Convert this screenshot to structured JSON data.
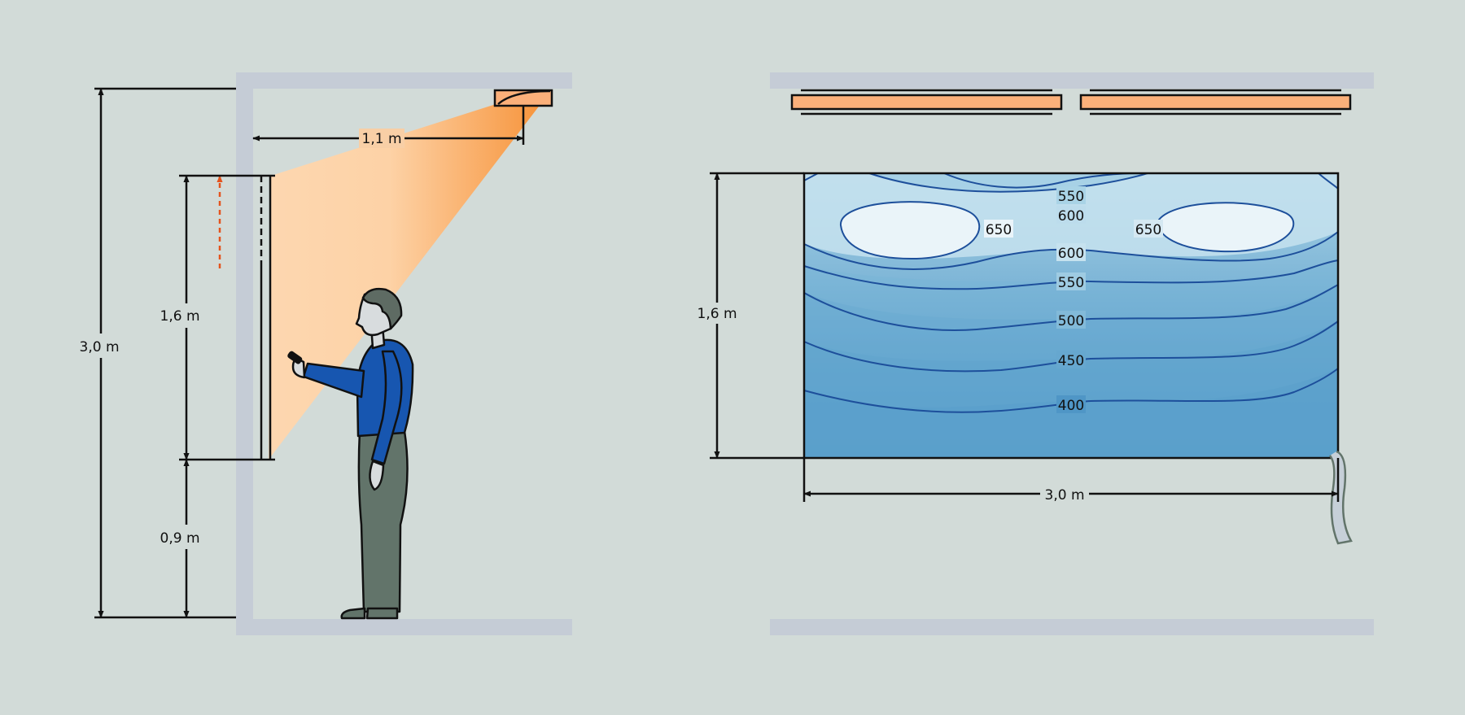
{
  "colors": {
    "background": "#d2dbd8",
    "wall": "#c5ccd6",
    "light_beam_near": "#fdd7b0",
    "light_beam_far": "#f7963f",
    "luminaire": "#fbb07a",
    "arrow_red": "#e4541e",
    "shirt": "#1756b0",
    "trousers": "#62746a",
    "skin": "#d8dcde",
    "hair": "#5e6b63",
    "contour_line": "#1d4f9b"
  },
  "icons": [
    "person-icon",
    "remote-control-icon",
    "pull-cord-icon",
    "luminaire-icon"
  ],
  "side_view": {
    "dim_room_height": "3,0 m",
    "dim_board_height": "1,6 m",
    "dim_board_bottom": "0,9 m",
    "dim_light_distance": "1,1 m"
  },
  "front_view": {
    "dim_board_height": "1,6 m",
    "dim_board_width": "3,0 m",
    "isolux_labels": {
      "top_550": "550",
      "top_600": "600",
      "left_650": "650",
      "right_650": "650",
      "mid_600": "600",
      "mid_550": "550",
      "l500": "500",
      "l450": "450",
      "l400": "400"
    }
  }
}
